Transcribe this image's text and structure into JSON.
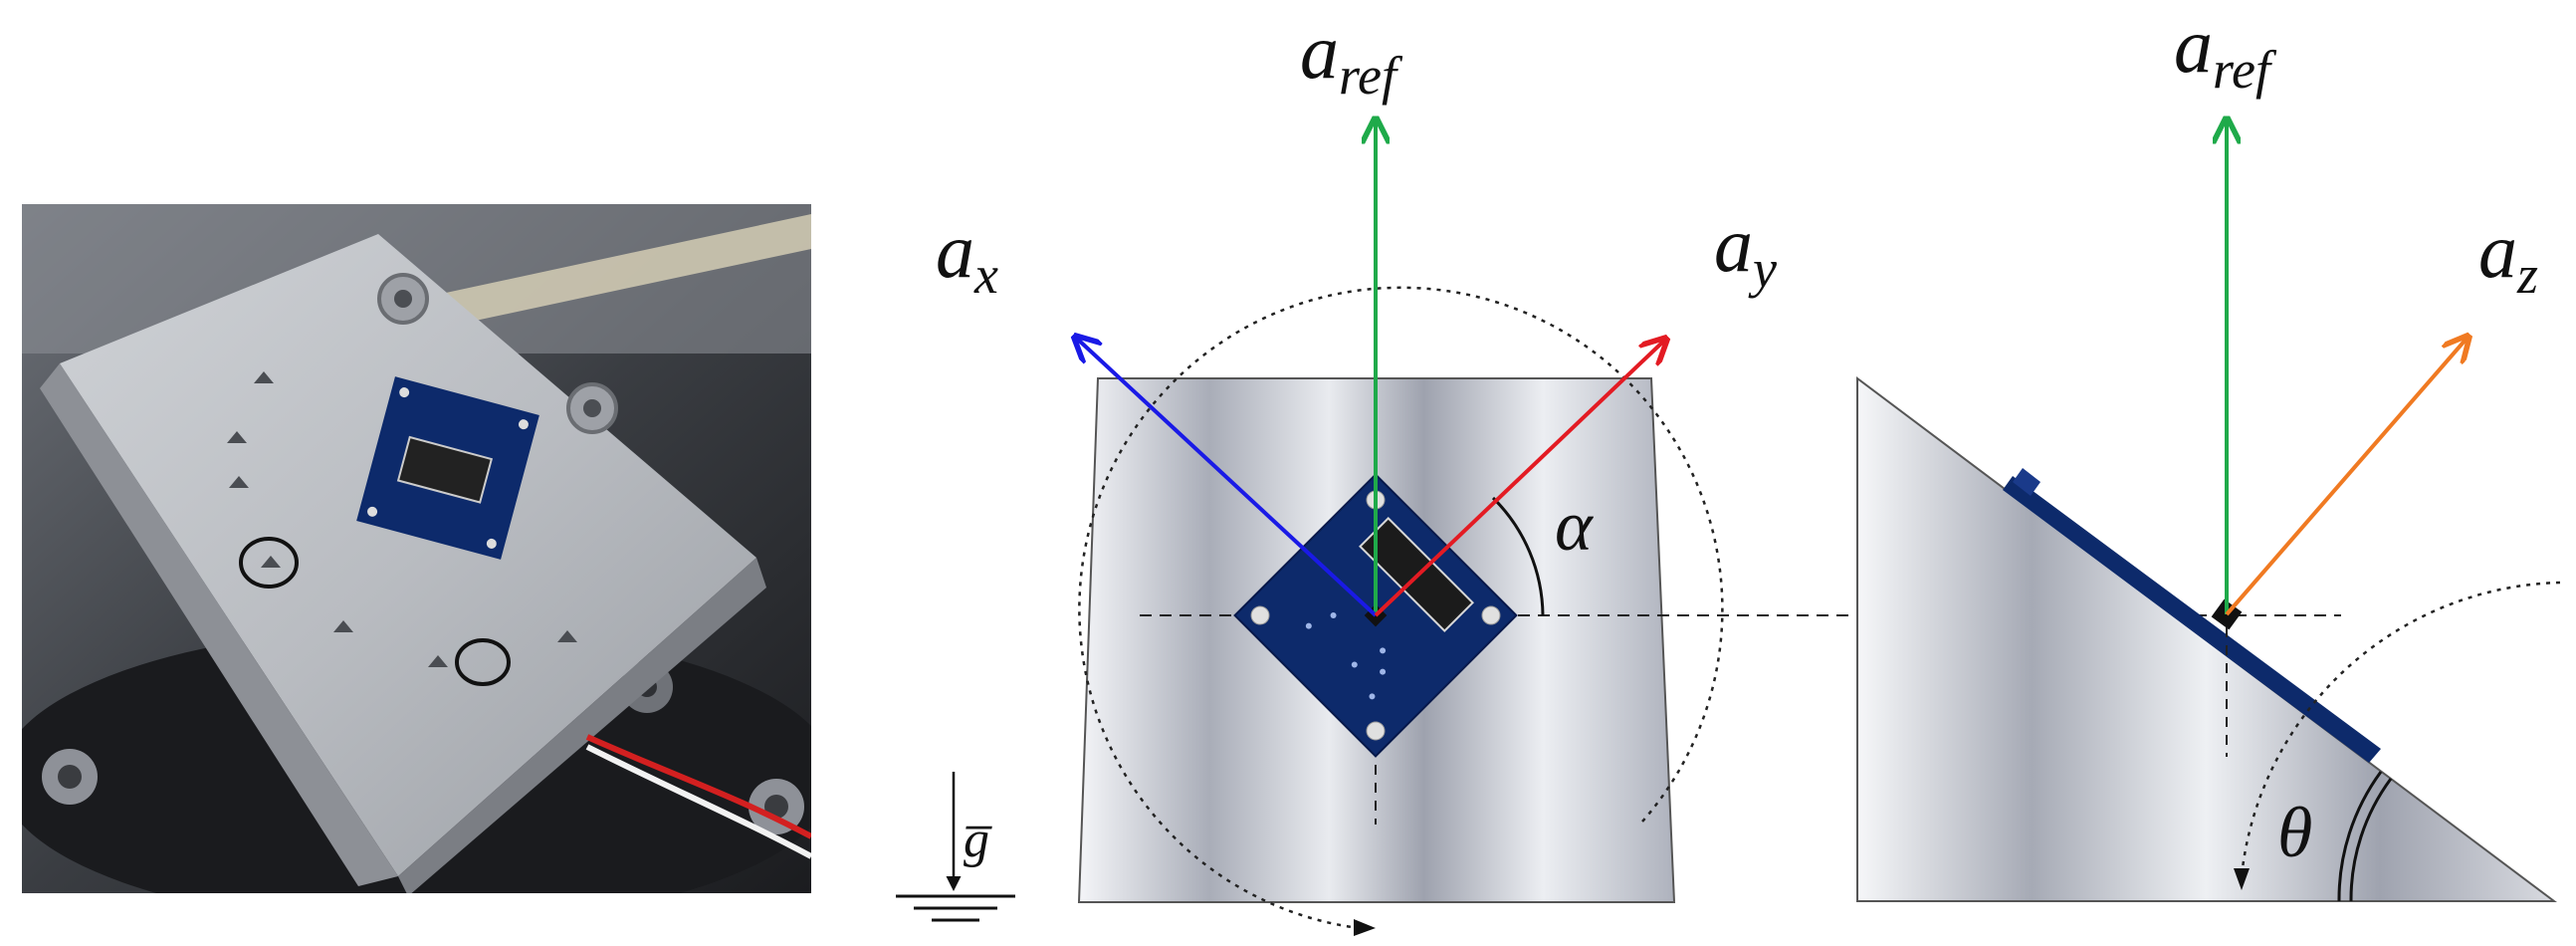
{
  "labels": {
    "a_ref_left": {
      "base": "a",
      "sub": "ref"
    },
    "a_x": {
      "base": "a",
      "sub": "x"
    },
    "a_y": {
      "base": "a",
      "sub": "y"
    },
    "a_ref_right": {
      "base": "a",
      "sub": "ref"
    },
    "a_z": {
      "base": "a",
      "sub": "z"
    },
    "alpha": "α",
    "theta": "θ",
    "gravity": "g̅"
  },
  "colors": {
    "a_ref": "#1faa4a",
    "a_x": "#1a1ae6",
    "a_y": "#e31b23",
    "a_z": "#f07a22",
    "board": "#0d2a6b"
  },
  "icons": {
    "ground": "ground-symbol-icon"
  }
}
